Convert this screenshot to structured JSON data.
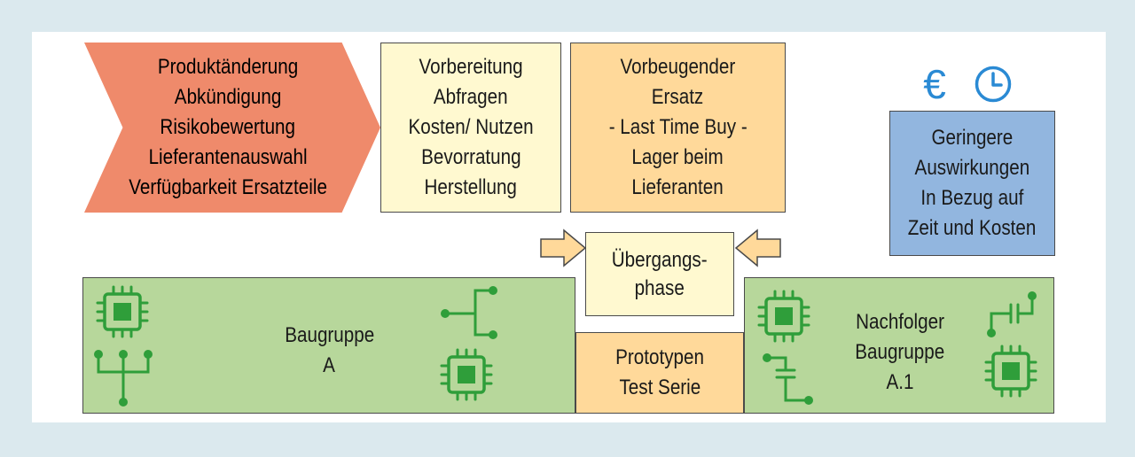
{
  "trigger": {
    "lines": [
      "Produktänderung",
      "Abkündigung",
      "Risikobewertung",
      "Lieferantenauswahl",
      "Verfügbarkeit Ersatzteile"
    ]
  },
  "preparation": {
    "lines": [
      "Vorbereitung",
      "Abfragen",
      "Kosten/ Nutzen",
      "Bevorratung",
      "Herstellung"
    ]
  },
  "replacement": {
    "lines": [
      "Vorbeugender",
      "Ersatz",
      "- Last Time Buy -",
      "Lager beim",
      "Lieferanten"
    ]
  },
  "impact": {
    "lines": [
      "Geringere",
      "Auswirkungen",
      "In Bezug auf",
      "Zeit und Kosten"
    ]
  },
  "transition": {
    "lines": [
      "Übergangs-",
      "phase"
    ]
  },
  "prototype": {
    "lines": [
      "Prototypen",
      "Test Serie"
    ]
  },
  "assembly_a": {
    "lines": [
      "Baugruppe",
      "A"
    ]
  },
  "assembly_successor": {
    "lines": [
      "Nachfolger",
      "Baugruppe",
      "A.1"
    ]
  },
  "icons": {
    "currency": "€",
    "clock": "clock-icon",
    "chip": "chip-icon",
    "circuit": "circuit-trace-icon"
  },
  "colors": {
    "background": "#dbe9ee",
    "chevron": "#ef8a6b",
    "light_yellow": "#fff9d0",
    "light_orange": "#ffd99a",
    "blue": "#92b6df",
    "green": "#b7d79b",
    "icon_green": "#2f9e3a",
    "icon_blue": "#2a8ad4"
  }
}
